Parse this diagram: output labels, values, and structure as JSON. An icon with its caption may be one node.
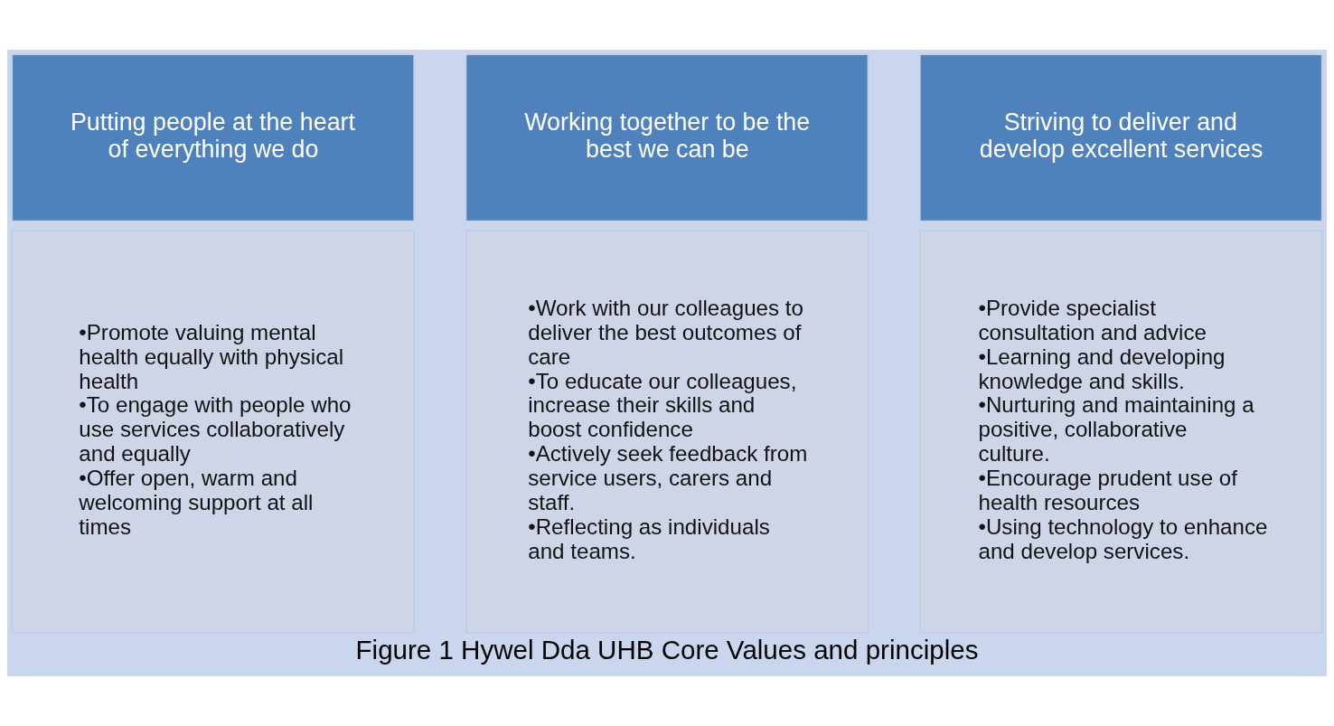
{
  "diagram": {
    "caption": "Figure 1 Hywel Dda UHB Core Values and principles",
    "nodes": [
      {
        "text": [
          "Putting people at the heart of everything we do"
        ]
      },
      {
        "text": [
          "•Promote valuing mental health equally with physical health",
          "•To engage with people who use services collaboratively and equally",
          "•Offer open, warm and welcoming support at all times"
        ]
      },
      {
        "text": [
          "Working together to be the best we can be"
        ]
      },
      {
        "text": [
          "•Work with our colleagues to deliver the best outcomes of care",
          "•To educate our colleagues, increase their skills and boost confidence",
          "•Actively seek feedback from service users, carers and staff.",
          "•Reflecting as individuals and teams."
        ]
      },
      {
        "text": [
          "Striving to deliver and develop excellent services"
        ]
      },
      {
        "text": [
          "•Provide specialist consultation and advice",
          "•Learning and developing knowledge and skills.",
          "•Nurturing and maintaining a positive, collaborative culture.",
          "•Encourage prudent use of health resources",
          "•Using technology to enhance and develop services."
        ]
      }
    ],
    "edges": []
  }
}
